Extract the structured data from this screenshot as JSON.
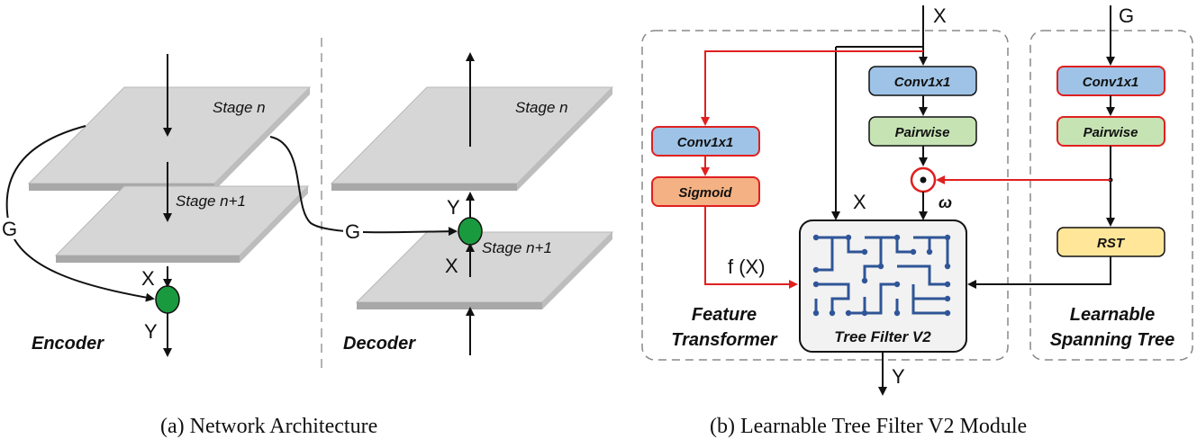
{
  "panel_a": {
    "encoder_label": "Encoder",
    "decoder_label": "Decoder",
    "stage_n": "Stage n",
    "stage_n1": "Stage n+1",
    "g_label": "G",
    "x_label": "X",
    "y_label": "Y",
    "caption": "(a)  Network Architecture"
  },
  "panel_b": {
    "x_input": "X",
    "g_input": "G",
    "conv_ft": "Conv1x1",
    "sigmoid": "Sigmoid",
    "conv_mid": "Conv1x1",
    "pairwise_mid": "Pairwise",
    "conv_right": "Conv1x1",
    "pairwise_right": "Pairwise",
    "rst": "RST",
    "omega": "ω",
    "x_mid": "X",
    "fx": "f (X)",
    "feature_transformer_1": "Feature",
    "feature_transformer_2": "Transformer",
    "tree_filter": "Tree Filter V2",
    "learnable_1": "Learnable",
    "learnable_2": "Spanning Tree",
    "y_output": "Y",
    "caption": "(b)  Learnable Tree Filter V2 Module"
  },
  "colors": {
    "plane": "#d6d6d6",
    "node": "#1a9a3e",
    "blue_box": "#9ec3e6",
    "green_box": "#c6e3b4",
    "orange_box": "#f4b183",
    "yellow_box": "#ffe699",
    "red": "#e02020",
    "tree": "#2f5597"
  }
}
